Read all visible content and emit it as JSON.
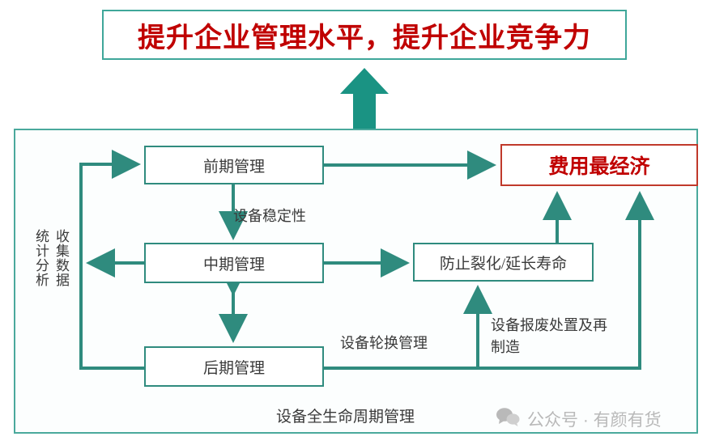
{
  "title": {
    "text": "提升企业管理水平，提升企业竞争力",
    "color": "#c00000",
    "border_color": "#3fa79a"
  },
  "arrow_up": {
    "icon": "up-block-arrow",
    "color": "#1a9383"
  },
  "diagram": {
    "frame_color": "#4aa99c",
    "accent_color": "#2f8b7e",
    "goal_color": "#c00000",
    "nodes": [
      {
        "id": "early",
        "label": "前期管理"
      },
      {
        "id": "mid",
        "label": "中期管理"
      },
      {
        "id": "late",
        "label": "后期管理"
      },
      {
        "id": "crack",
        "label": "防止裂化/延长寿命"
      },
      {
        "id": "goal",
        "label": "费用最经济"
      }
    ],
    "edge_labels": [
      {
        "id": "stability",
        "text": "设备稳定性"
      },
      {
        "id": "rotation",
        "text": "设备轮换管理"
      },
      {
        "id": "scrap",
        "text": "设备报废处置及再制造"
      }
    ],
    "side_labels": [
      {
        "id": "statistics",
        "text": "统计分析"
      },
      {
        "id": "collection",
        "text": "收集数据"
      }
    ],
    "caption": "设备全生命周期管理"
  },
  "watermark": {
    "icon": "wechat-icon",
    "text": "公众号 · 有颜有货",
    "color": "#b9b9b9"
  }
}
